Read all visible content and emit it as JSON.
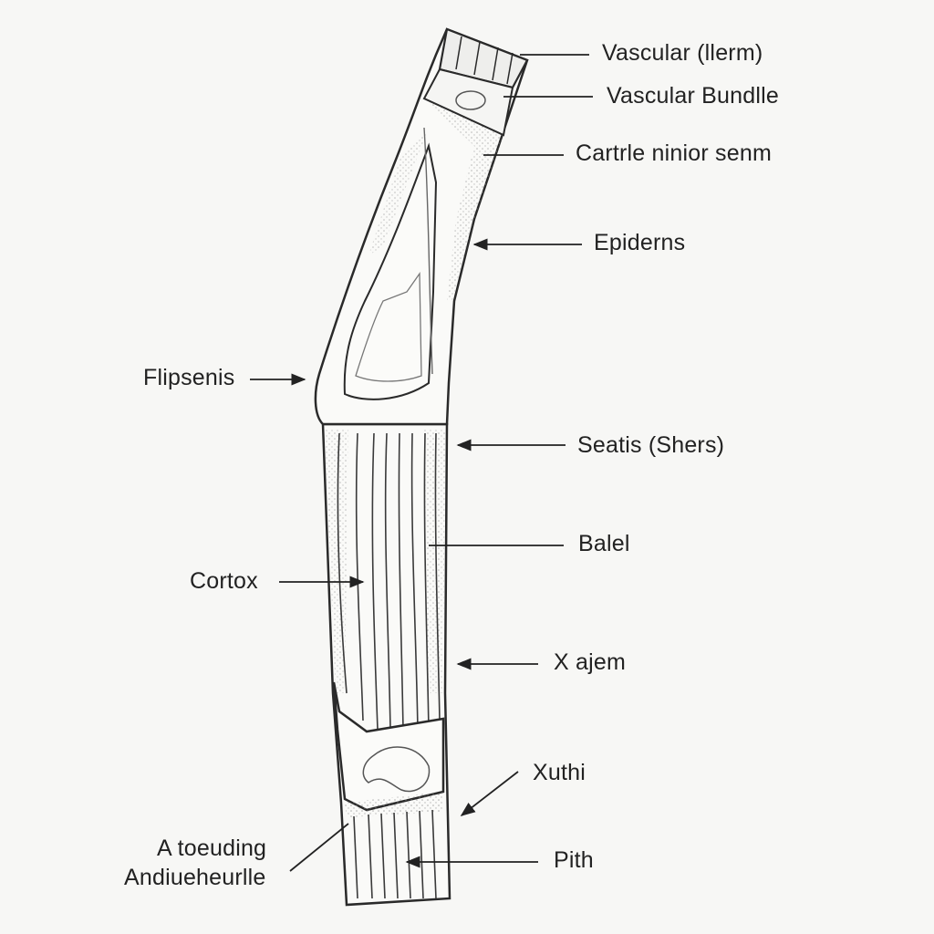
{
  "labels": {
    "vascular_llerm": "Vascular (llerm)",
    "vascular_bundle": "Vascular Bundlle",
    "cartrle": "Cartrle ninior senm",
    "epiderns": "Epiderns",
    "flipsenis": "Flipsenis",
    "seatis": "Seatis (Shers)",
    "balel": "Balel",
    "cortox": "Cortox",
    "x_ajem": "X ajem",
    "xuthi": "Xuthi",
    "a_toeuding_line1": "A toeuding",
    "a_toeuding_line2": "Andiueheurlle",
    "pith": "Pith"
  },
  "colors": {
    "ink": "#2a2a2a",
    "paper": "#f7f7f5",
    "stipple": "#9a9a9a"
  }
}
